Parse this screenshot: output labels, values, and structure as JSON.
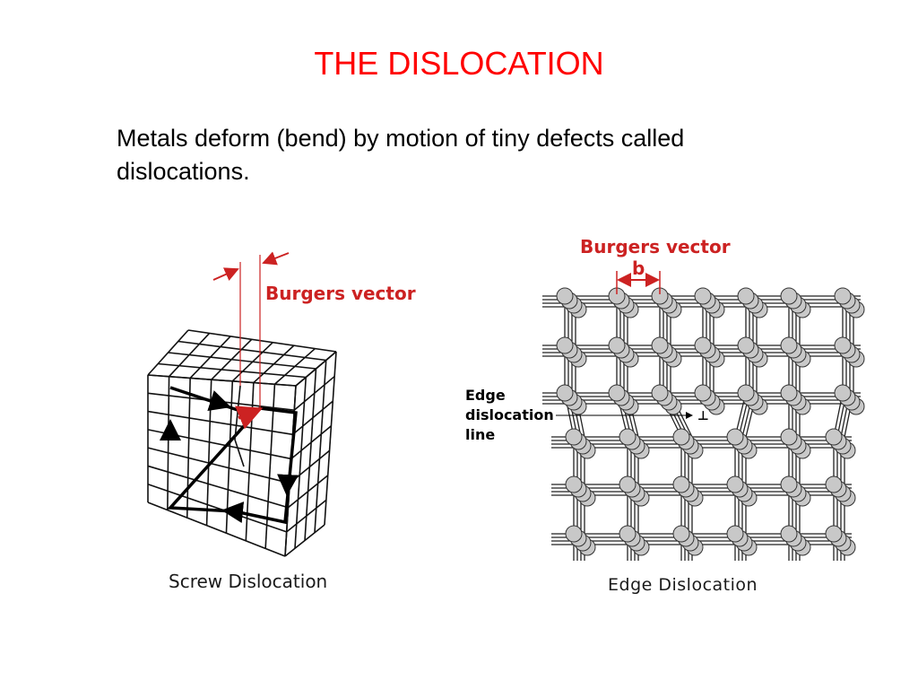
{
  "slide": {
    "title": "THE DISLOCATION",
    "body": "Metals deform (bend) by motion of tiny defects called dislocations."
  },
  "screw_figure": {
    "burgers_label": "Burgers vector",
    "caption": "Screw Dislocation"
  },
  "edge_figure": {
    "burgers_label": "Burgers vector",
    "burgers_symbol": "b",
    "line_label_1": "Edge",
    "line_label_2": "dislocation",
    "line_label_3": "line",
    "perp_symbol": "⊥",
    "caption": "Edge Dislocation"
  },
  "colors": {
    "title": "#ff0000",
    "accent_red": "#cc2222",
    "atom_fill": "#c8c8c8",
    "grid": "#222222"
  }
}
